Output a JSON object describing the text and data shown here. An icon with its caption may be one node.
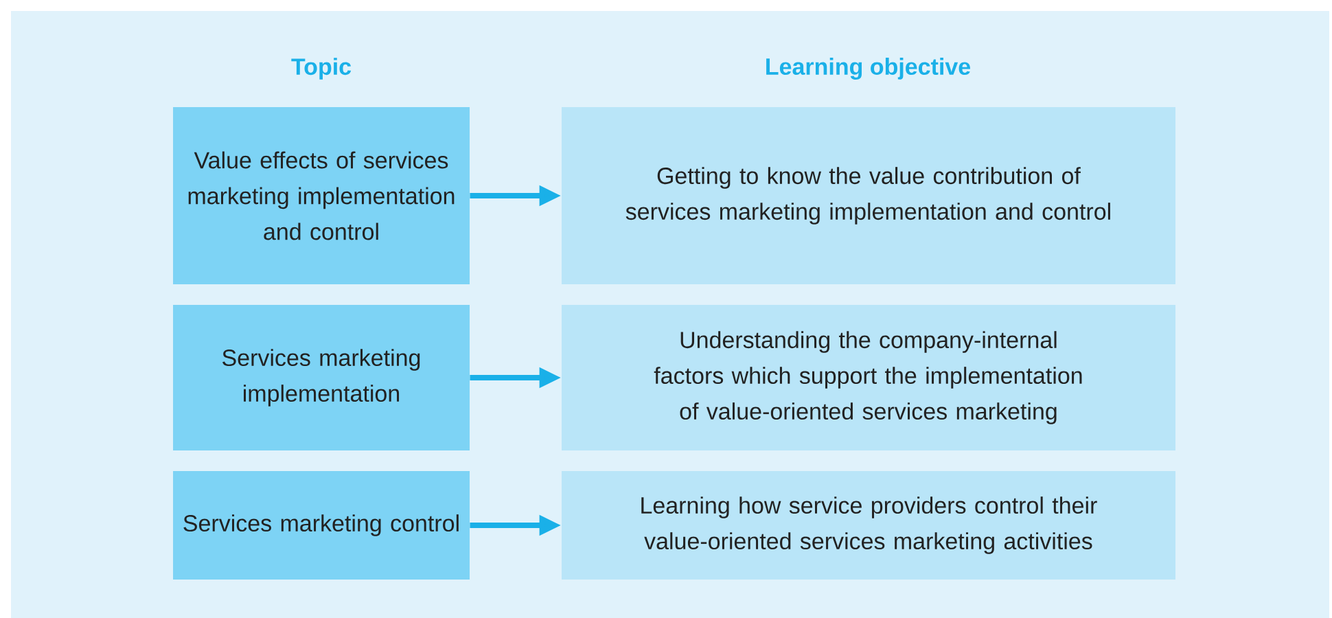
{
  "diagram": {
    "nodes": [
      {
        "text": [
          "Value effects of services marketing implementation and control"
        ]
      },
      {
        "text": [
          "Getting to know the value contribution of services marketing implementation and control"
        ]
      },
      {
        "text": [
          "Services marketing implementation"
        ]
      },
      {
        "text": [
          "Understanding the company-internal factors which support the implementation of value-oriented services marketing"
        ]
      },
      {
        "text": [
          "Services marketing control"
        ]
      },
      {
        "text": [
          "Learning how service providers control their value-oriented services marketing activities"
        ]
      }
    ],
    "edges": [
      {
        "from": 0,
        "to": 1,
        "arrow": "to"
      },
      {
        "from": 2,
        "to": 3,
        "arrow": "to"
      },
      {
        "from": 4,
        "to": 5,
        "arrow": "to"
      }
    ],
    "labels": [
      "Topic",
      "Learning objective"
    ]
  }
}
